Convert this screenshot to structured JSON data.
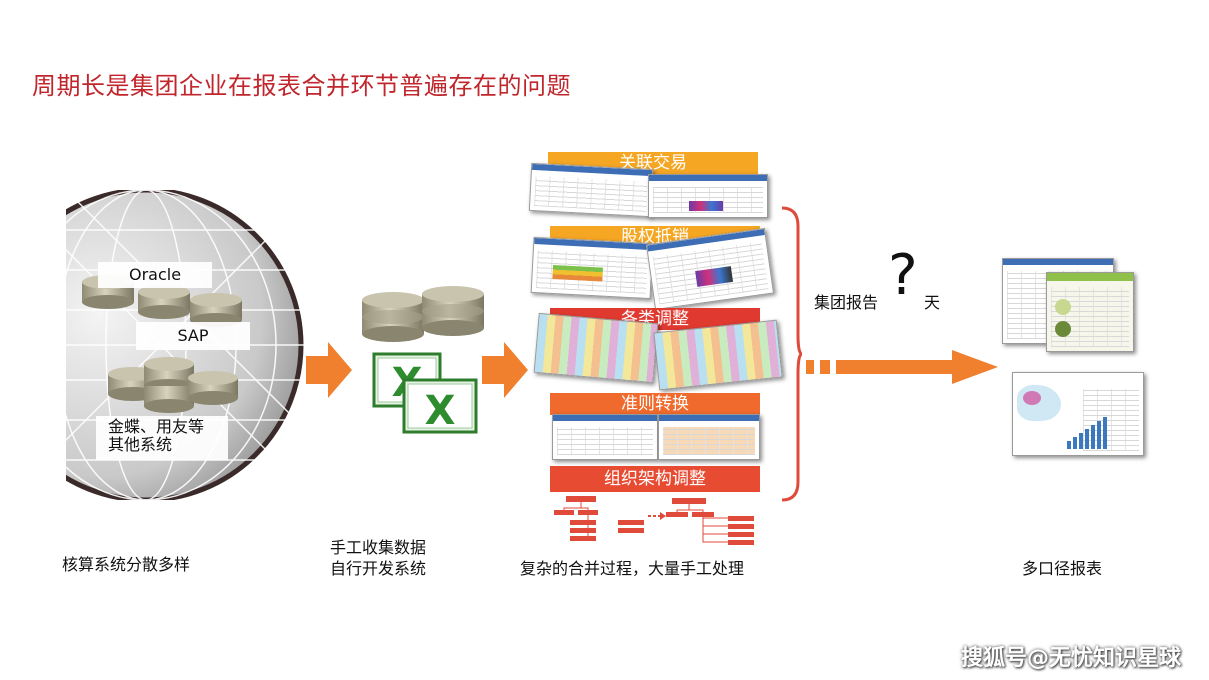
{
  "title": "周期长是集团企业在报表合并环节普遍存在的问题",
  "systems": {
    "oracle": "Oracle",
    "sap": "SAP",
    "others_line1": "金蝶、用友等",
    "others_line2": "其他系统"
  },
  "process_steps": [
    "关联交易",
    "股权抵销",
    "各类调整",
    "准则转换",
    "组织架构调整"
  ],
  "report": {
    "label": "集团报告",
    "question": "?",
    "unit": "天"
  },
  "captions": {
    "accounting": "核算系统分散多样",
    "manual_line1": "手工收集数据",
    "manual_line2": "自行开发系统",
    "process": "复杂的合并过程，大量手工处理",
    "reports": "多口径报表"
  },
  "watermark": "搜狐号@无忧知识星球",
  "colors": {
    "title": "#c0262c",
    "arrow": "#f07f2e",
    "bracket": "#e04a3a",
    "banner_orange": "#f5a623",
    "banner_red": "#e03a30",
    "banner_deep_orange": "#ef6a2c"
  }
}
